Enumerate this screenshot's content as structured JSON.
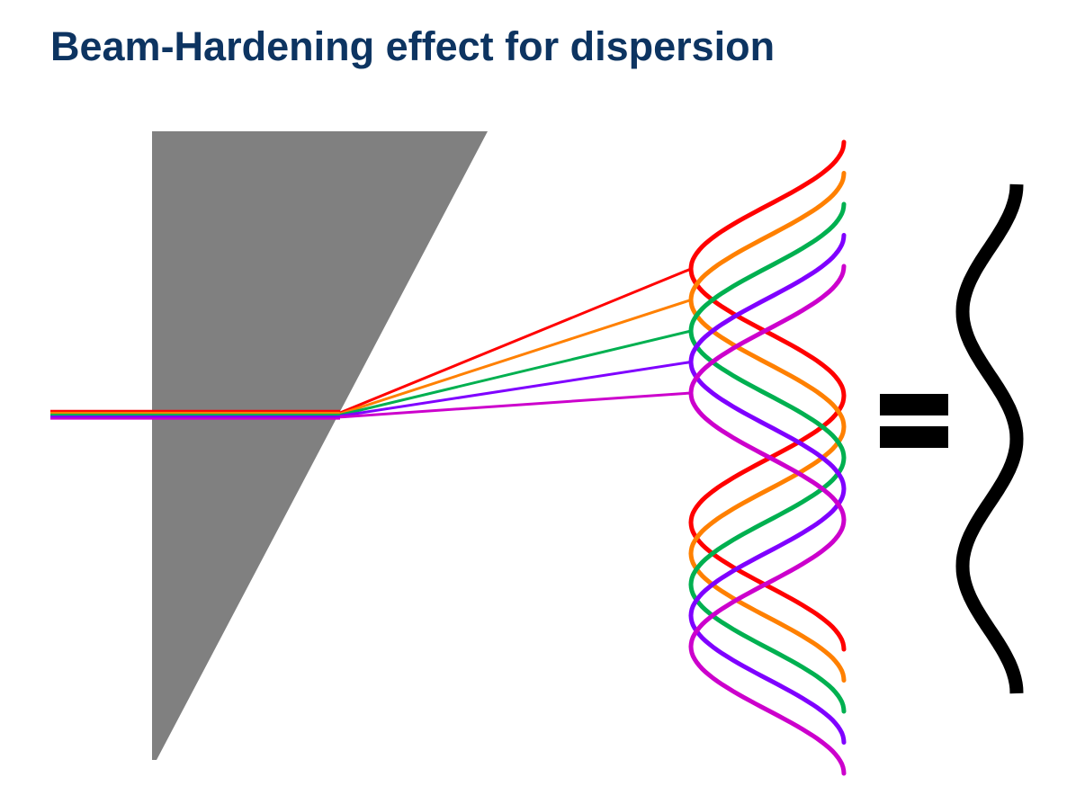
{
  "title": "Beam-Hardening effect for dispersion",
  "colors": {
    "title": "#0d3461",
    "prism": "#808080",
    "equals": "#000000",
    "result_wave": "#000000"
  },
  "beams": [
    {
      "name": "red",
      "color": "#ff0000"
    },
    {
      "name": "orange",
      "color": "#ff8000"
    },
    {
      "name": "green",
      "color": "#00b050"
    },
    {
      "name": "violet",
      "color": "#7f00ff"
    },
    {
      "name": "magenta",
      "color": "#cc00cc"
    }
  ]
}
